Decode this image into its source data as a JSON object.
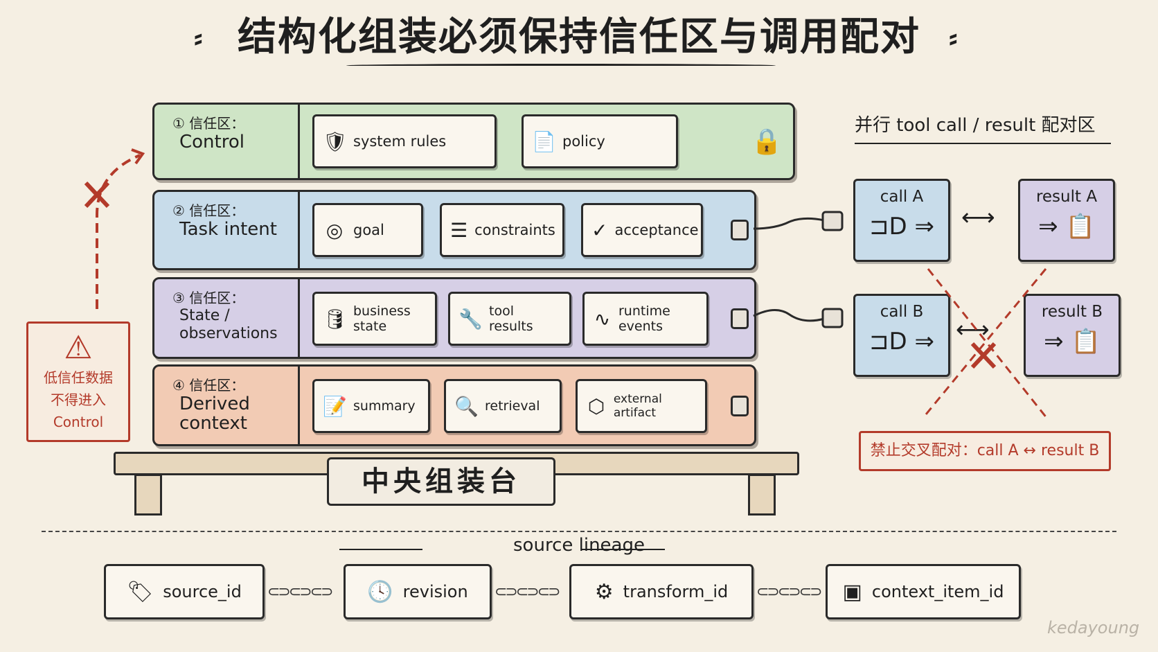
{
  "title": "结构化组装必须保持信任区与调用配对",
  "layers": [
    {
      "zone": "① 信任区：",
      "name": "Control",
      "items": [
        {
          "label": "system rules",
          "icon": "shield-check-icon",
          "glyph": "🛡"
        },
        {
          "label": "policy",
          "icon": "document-lock-icon",
          "glyph": "📄"
        }
      ],
      "lock_icon": "padlock-icon",
      "lock_glyph": "🔒"
    },
    {
      "zone": "② 信任区：",
      "name": "Task intent",
      "items": [
        {
          "label": "goal",
          "icon": "target-icon",
          "glyph": "◎"
        },
        {
          "label": "constraints",
          "icon": "sliders-icon",
          "glyph": "☰"
        },
        {
          "label": "acceptance",
          "icon": "check-circle-icon",
          "glyph": "✓"
        }
      ]
    },
    {
      "zone": "③ 信任区：",
      "name_line1": "State /",
      "name_line2": "observations",
      "items": [
        {
          "label": "business state",
          "icon": "database-icon",
          "glyph": "🛢"
        },
        {
          "label": "tool results",
          "icon": "wrench-icon",
          "glyph": "🔧"
        },
        {
          "label": "runtime events",
          "icon": "pulse-icon",
          "glyph": "∿"
        }
      ]
    },
    {
      "zone": "④ 信任区：",
      "name_line1": "Derived",
      "name_line2": "context",
      "items": [
        {
          "label": "summary",
          "icon": "summary-doc-icon",
          "glyph": "📝"
        },
        {
          "label": "retrieval",
          "icon": "magnifier-icon",
          "glyph": "🔍"
        },
        {
          "label": "external artifact",
          "icon": "cube-icon",
          "glyph": "⬡"
        }
      ]
    }
  ],
  "platform_label": "中央组装台",
  "warning_left": {
    "icon": "warning-triangle-icon",
    "glyph": "⚠",
    "line1": "低信任数据",
    "line2": "不得进入",
    "line3": "Control"
  },
  "pairing": {
    "title": "并行 tool call / result 配对区",
    "call_a": "call A",
    "result_a": "result A",
    "call_b": "call B",
    "result_b": "result B",
    "plug_glyph": "⊐D ⇒",
    "clipboard_glyph": "⇒ 📋",
    "arrow": "⟷",
    "forbidden": "禁止交叉配对：call A ↔ result B"
  },
  "lineage": {
    "title": "source lineage",
    "items": [
      {
        "label": "source_id",
        "icon": "tag-icon",
        "glyph": "🏷"
      },
      {
        "label": "revision",
        "icon": "clock-icon",
        "glyph": "🕓"
      },
      {
        "label": "transform_id",
        "icon": "gear-icon",
        "glyph": "⚙"
      },
      {
        "label": "context_item_id",
        "icon": "cube-icon",
        "glyph": "▣"
      }
    ],
    "chain_glyph": "⊂⊃⊂⊃⊂⊃"
  },
  "signature": "kedayoung",
  "colors": {
    "control": "#cfe5c6",
    "intent": "#c8dcea",
    "state": "#d6cfe6",
    "derived": "#f2cbb4",
    "warning": "#b33a2a",
    "background": "#f5efe3"
  }
}
